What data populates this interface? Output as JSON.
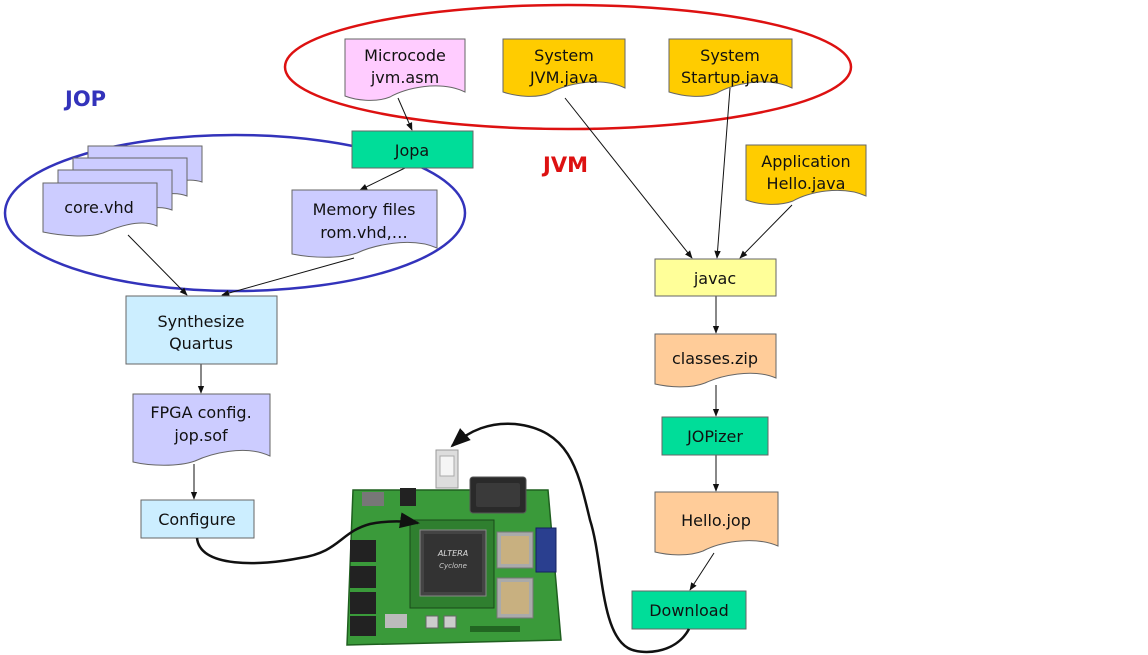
{
  "groups": {
    "jop": {
      "label": "JOP",
      "color": "#3333bb"
    },
    "jvm": {
      "label": "JVM",
      "color": "#dd1111"
    }
  },
  "nodes": {
    "microcode": {
      "line1": "Microcode",
      "line2": "jvm.asm",
      "fill": "#ffccff"
    },
    "system_jvm": {
      "line1": "System",
      "line2": "JVM.java",
      "fill": "#ffcc00"
    },
    "system_startup": {
      "line1": "System",
      "line2": "Startup.java",
      "fill": "#ffcc00"
    },
    "jopa": {
      "label": "Jopa",
      "fill": "#00dd99"
    },
    "core_vhd": {
      "label": "core.vhd",
      "fill": "#ccccff"
    },
    "memory_files": {
      "line1": "Memory files",
      "line2": "rom.vhd,…",
      "fill": "#ccccff"
    },
    "application": {
      "line1": "Application",
      "line2": "Hello.java",
      "fill": "#ffcc00"
    },
    "javac": {
      "label": "javac",
      "fill": "#ffff99"
    },
    "synthesize": {
      "line1": "Synthesize",
      "line2": "Quartus",
      "fill": "#cceeff"
    },
    "classes_zip": {
      "label": "classes.zip",
      "fill": "#ffcc99"
    },
    "fpga_config": {
      "line1": "FPGA config.",
      "line2": "jop.sof",
      "fill": "#ccccff"
    },
    "jopizer": {
      "label": "JOPizer",
      "fill": "#00dd99"
    },
    "configure": {
      "label": "Configure",
      "fill": "#cceeff"
    },
    "hello_jop": {
      "label": "Hello.jop",
      "fill": "#ffcc99"
    },
    "download": {
      "label": "Download",
      "fill": "#00dd99"
    }
  },
  "board": {
    "chip_brand": "ALTERA",
    "chip_family": "Cyclone"
  }
}
